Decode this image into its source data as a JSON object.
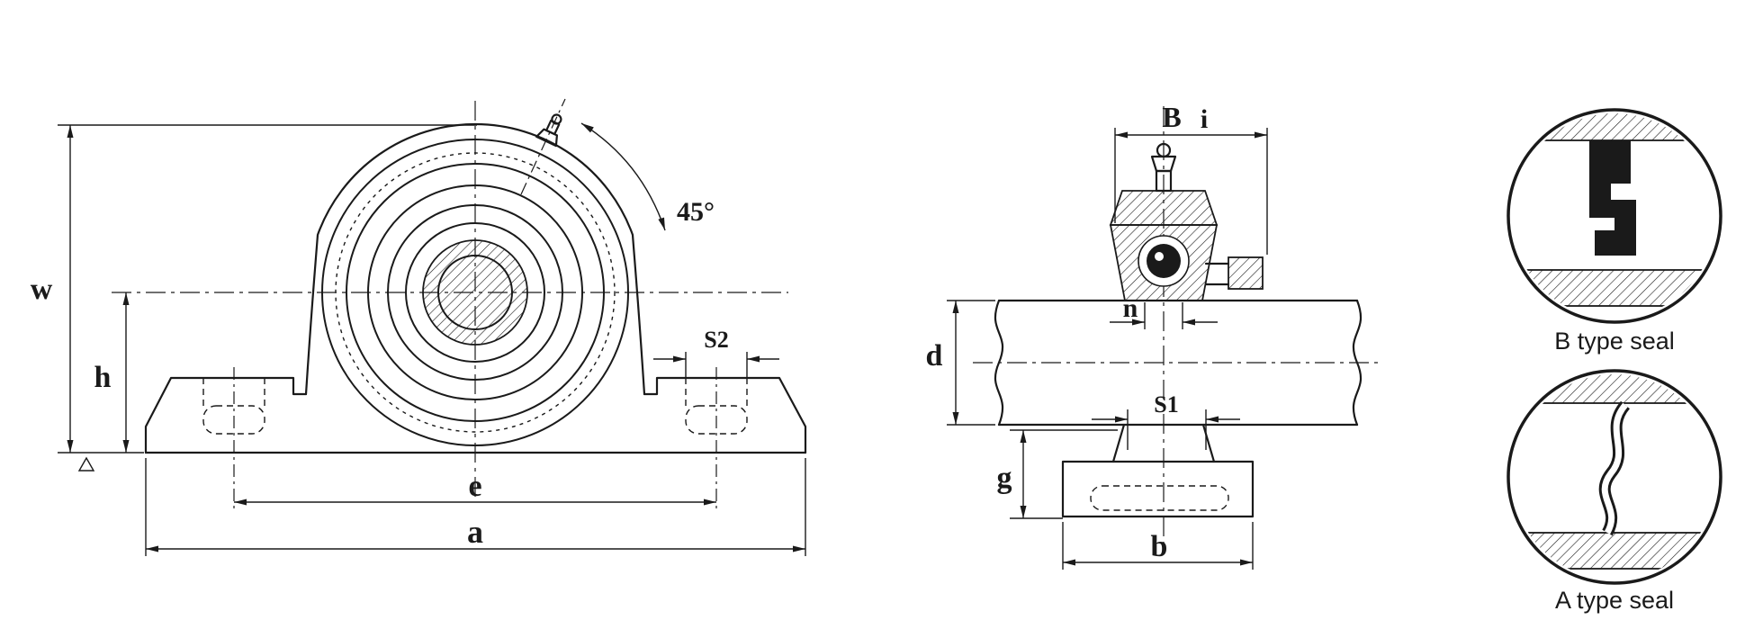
{
  "page": {
    "background": "#ffffff",
    "ink": "#1a1a1a"
  },
  "front_view": {
    "labels": {
      "w": "w",
      "h": "h",
      "e": "e",
      "a": "a",
      "s2": "S2",
      "angle": "45°"
    }
  },
  "side_view": {
    "labels": {
      "B": "B",
      "i": "i",
      "n": "n",
      "d": "d",
      "s1": "S1",
      "g": "g",
      "b": "b"
    }
  },
  "seal_details": {
    "b_type": {
      "caption": "B type seal"
    },
    "a_type": {
      "caption": "A type seal"
    }
  }
}
